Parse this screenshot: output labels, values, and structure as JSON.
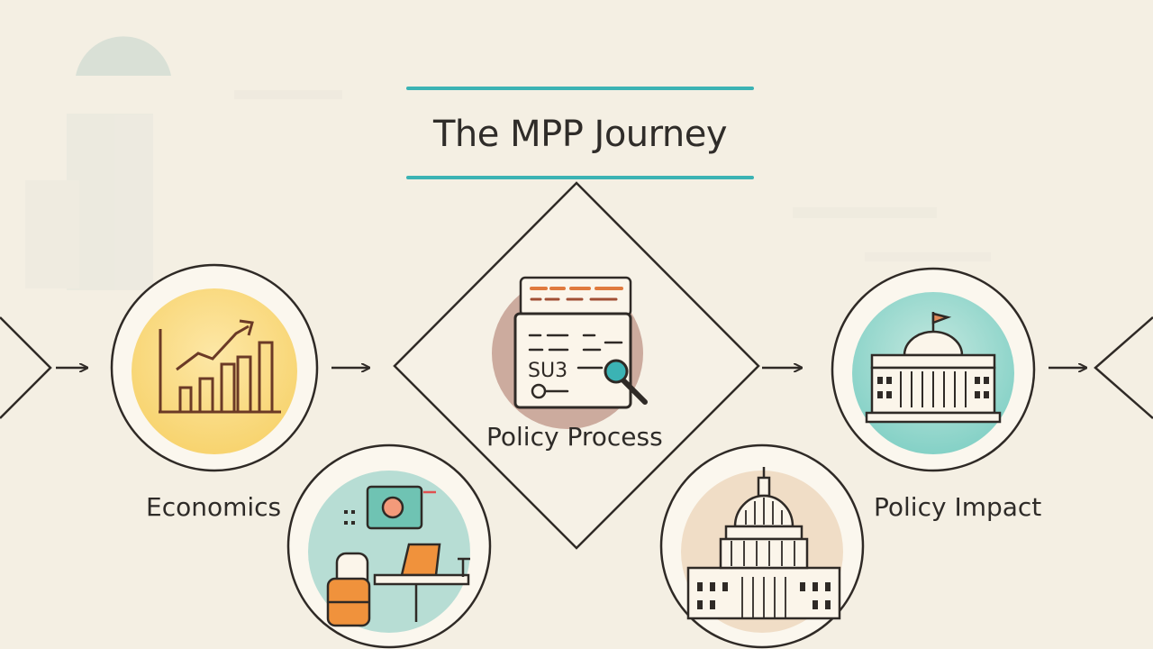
{
  "title": "The MPP Journey",
  "nodes": {
    "economics": {
      "label": "Economics",
      "icon": "bar-chart-trend-icon"
    },
    "policy_process": {
      "label": "Policy Process",
      "icon": "policy-form-magnifier-icon"
    },
    "policy_impact": {
      "label": "Policy Impact",
      "icon": "government-building-icon"
    },
    "workspace": {
      "icon": "workspace-laptop-icon"
    },
    "capitol": {
      "icon": "capitol-dome-icon"
    }
  },
  "icon_text": {
    "form_code": "SU3"
  },
  "colors": {
    "background": "#f4efe3",
    "accent_teal": "#3bb3b4",
    "ink": "#2f2a26",
    "economics_fill": "#fde29a",
    "impact_fill": "#a9ddd3",
    "process_fill": "#c9a69a",
    "form_orange": "#e07a3e",
    "laptop_orange": "#f0923c",
    "capitol_fill": "#f0ddc6"
  }
}
